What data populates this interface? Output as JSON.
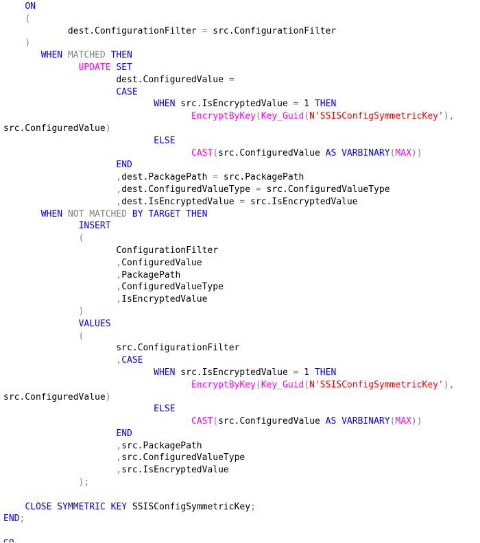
{
  "editor": {
    "colors": {
      "kw": "#0000ff",
      "fn": "#ff00ff",
      "str": "#ff0000",
      "op": "#808080",
      "id": "#000000"
    },
    "lines": [
      [
        [
          "    ",
          "id"
        ],
        [
          "ON",
          "kw"
        ]
      ],
      [
        [
          "    ",
          "id"
        ],
        [
          "(",
          "op"
        ]
      ],
      [
        [
          "            dest.ConfigurationFilter ",
          "id"
        ],
        [
          "=",
          "op"
        ],
        [
          " src.ConfigurationFilter",
          "id"
        ]
      ],
      [
        [
          "    ",
          "id"
        ],
        [
          ")",
          "op"
        ]
      ],
      [
        [
          "       ",
          "id"
        ],
        [
          "WHEN",
          "kw"
        ],
        [
          " ",
          "id"
        ],
        [
          "MATCHED",
          "op"
        ],
        [
          " ",
          "id"
        ],
        [
          "THEN",
          "kw"
        ]
      ],
      [
        [
          "              ",
          "id"
        ],
        [
          "UPDATE",
          "fn"
        ],
        [
          " ",
          "id"
        ],
        [
          "SET",
          "kw"
        ]
      ],
      [
        [
          "                     dest.ConfiguredValue ",
          "id"
        ],
        [
          "=",
          "op"
        ]
      ],
      [
        [
          "                     ",
          "id"
        ],
        [
          "CASE",
          "kw"
        ]
      ],
      [
        [
          "                            ",
          "id"
        ],
        [
          "WHEN",
          "kw"
        ],
        [
          " src.IsEncryptedValue ",
          "id"
        ],
        [
          "=",
          "op"
        ],
        [
          " 1 ",
          "id"
        ],
        [
          "THEN",
          "kw"
        ]
      ],
      [
        [
          "                                   ",
          "id"
        ],
        [
          "EncryptByKey",
          "fn"
        ],
        [
          "(",
          "op"
        ],
        [
          "Key_Guid",
          "fn"
        ],
        [
          "(",
          "op"
        ],
        [
          "N'SSISConfigSymmetricKey'",
          "str"
        ],
        [
          "),",
          "op"
        ]
      ],
      [
        [
          "src.ConfiguredValue",
          "id"
        ],
        [
          ")",
          "op"
        ]
      ],
      [
        [
          "                            ",
          "id"
        ],
        [
          "ELSE",
          "kw"
        ]
      ],
      [
        [
          "                                   ",
          "id"
        ],
        [
          "CAST",
          "fn"
        ],
        [
          "(",
          "op"
        ],
        [
          "src.ConfiguredValue ",
          "id"
        ],
        [
          "AS",
          "kw"
        ],
        [
          " ",
          "id"
        ],
        [
          "VARBINARY",
          "kw"
        ],
        [
          "(",
          "op"
        ],
        [
          "MAX",
          "fn"
        ],
        [
          "))",
          "op"
        ]
      ],
      [
        [
          "                     ",
          "id"
        ],
        [
          "END",
          "kw"
        ]
      ],
      [
        [
          "                     ",
          "id"
        ],
        [
          ",",
          "op"
        ],
        [
          "dest.PackagePath ",
          "id"
        ],
        [
          "=",
          "op"
        ],
        [
          " src.PackagePath",
          "id"
        ]
      ],
      [
        [
          "                     ",
          "id"
        ],
        [
          ",",
          "op"
        ],
        [
          "dest.ConfiguredValueType ",
          "id"
        ],
        [
          "=",
          "op"
        ],
        [
          " src.ConfiguredValueType",
          "id"
        ]
      ],
      [
        [
          "                     ",
          "id"
        ],
        [
          ",",
          "op"
        ],
        [
          "dest.IsEncryptedValue ",
          "id"
        ],
        [
          "=",
          "op"
        ],
        [
          " src.IsEncryptedValue",
          "id"
        ]
      ],
      [
        [
          "       ",
          "id"
        ],
        [
          "WHEN",
          "kw"
        ],
        [
          " ",
          "id"
        ],
        [
          "NOT",
          "op"
        ],
        [
          " ",
          "id"
        ],
        [
          "MATCHED",
          "op"
        ],
        [
          " ",
          "id"
        ],
        [
          "BY",
          "kw"
        ],
        [
          " ",
          "id"
        ],
        [
          "TARGET",
          "kw"
        ],
        [
          " ",
          "id"
        ],
        [
          "THEN",
          "kw"
        ]
      ],
      [
        [
          "              ",
          "id"
        ],
        [
          "INSERT",
          "kw"
        ]
      ],
      [
        [
          "              ",
          "id"
        ],
        [
          "(",
          "op"
        ]
      ],
      [
        [
          "                     ConfigurationFilter",
          "id"
        ]
      ],
      [
        [
          "                     ",
          "id"
        ],
        [
          ",",
          "op"
        ],
        [
          "ConfiguredValue",
          "id"
        ]
      ],
      [
        [
          "                     ",
          "id"
        ],
        [
          ",",
          "op"
        ],
        [
          "PackagePath",
          "id"
        ]
      ],
      [
        [
          "                     ",
          "id"
        ],
        [
          ",",
          "op"
        ],
        [
          "ConfiguredValueType",
          "id"
        ]
      ],
      [
        [
          "                     ",
          "id"
        ],
        [
          ",",
          "op"
        ],
        [
          "IsEncryptedValue",
          "id"
        ]
      ],
      [
        [
          "              ",
          "id"
        ],
        [
          ")",
          "op"
        ]
      ],
      [
        [
          "              ",
          "id"
        ],
        [
          "VALUES",
          "kw"
        ]
      ],
      [
        [
          "              ",
          "id"
        ],
        [
          "(",
          "op"
        ]
      ],
      [
        [
          "                     src.ConfigurationFilter",
          "id"
        ]
      ],
      [
        [
          "                     ",
          "id"
        ],
        [
          ",",
          "op"
        ],
        [
          "CASE",
          "kw"
        ]
      ],
      [
        [
          "                            ",
          "id"
        ],
        [
          "WHEN",
          "kw"
        ],
        [
          " src.IsEncryptedValue ",
          "id"
        ],
        [
          "=",
          "op"
        ],
        [
          " 1 ",
          "id"
        ],
        [
          "THEN",
          "kw"
        ]
      ],
      [
        [
          "                                   ",
          "id"
        ],
        [
          "EncryptByKey",
          "fn"
        ],
        [
          "(",
          "op"
        ],
        [
          "Key_Guid",
          "fn"
        ],
        [
          "(",
          "op"
        ],
        [
          "N'SSISConfigSymmetricKey'",
          "str"
        ],
        [
          "),",
          "op"
        ]
      ],
      [
        [
          "src.ConfiguredValue",
          "id"
        ],
        [
          ")",
          "op"
        ]
      ],
      [
        [
          "                            ",
          "id"
        ],
        [
          "ELSE",
          "kw"
        ]
      ],
      [
        [
          "                                   ",
          "id"
        ],
        [
          "CAST",
          "fn"
        ],
        [
          "(",
          "op"
        ],
        [
          "src.ConfiguredValue ",
          "id"
        ],
        [
          "AS",
          "kw"
        ],
        [
          " ",
          "id"
        ],
        [
          "VARBINARY",
          "kw"
        ],
        [
          "(",
          "op"
        ],
        [
          "MAX",
          "fn"
        ],
        [
          "))",
          "op"
        ]
      ],
      [
        [
          "                     ",
          "id"
        ],
        [
          "END",
          "kw"
        ]
      ],
      [
        [
          "                     ",
          "id"
        ],
        [
          ",",
          "op"
        ],
        [
          "src.PackagePath",
          "id"
        ]
      ],
      [
        [
          "                     ",
          "id"
        ],
        [
          ",",
          "op"
        ],
        [
          "src.ConfiguredValueType",
          "id"
        ]
      ],
      [
        [
          "                     ",
          "id"
        ],
        [
          ",",
          "op"
        ],
        [
          "src.IsEncryptedValue",
          "id"
        ]
      ],
      [
        [
          "              ",
          "id"
        ],
        [
          ");",
          "op"
        ]
      ],
      [],
      [
        [
          "    ",
          "id"
        ],
        [
          "CLOSE",
          "kw"
        ],
        [
          " ",
          "id"
        ],
        [
          "SYMMETRIC",
          "kw"
        ],
        [
          " ",
          "id"
        ],
        [
          "KEY",
          "kw"
        ],
        [
          " SSISConfigSymmetricKey",
          "id"
        ],
        [
          ";",
          "op"
        ]
      ],
      [
        [
          "END",
          "kw"
        ],
        [
          ";",
          "op"
        ]
      ],
      [],
      [
        [
          "GO",
          "kw"
        ]
      ]
    ]
  }
}
